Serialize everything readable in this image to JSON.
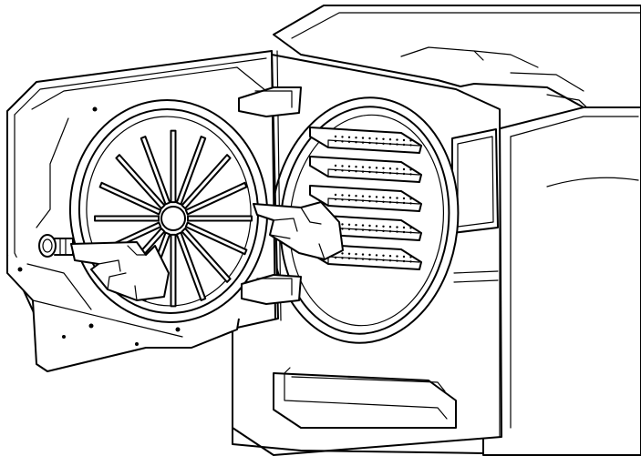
{
  "figure": {
    "colors": {
      "line": "#000000",
      "background": "#ffffff"
    },
    "parts": [
      "autoclave-body",
      "chamber-opening",
      "tray-rack",
      "door-panel",
      "door-gasket",
      "door-hinge",
      "hand-pointer"
    ]
  }
}
